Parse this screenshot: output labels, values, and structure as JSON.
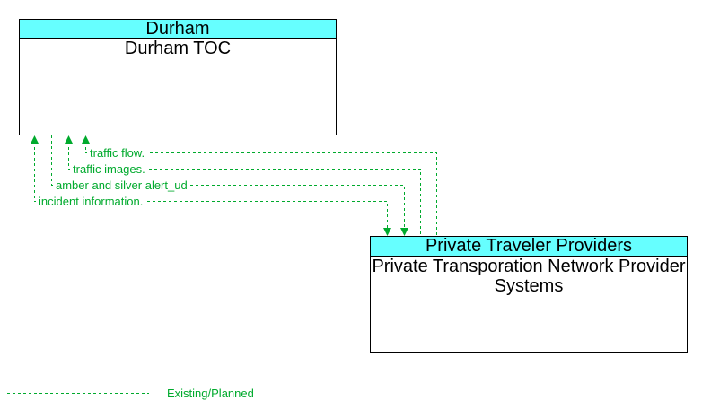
{
  "boxes": {
    "durham": {
      "header": "Durham",
      "body": "Durham TOC"
    },
    "private": {
      "header": "Private Traveler Providers",
      "body": "Private Transporation Network Provider Systems"
    }
  },
  "flows": [
    {
      "label": "traffic flow.",
      "direction": "to-durham"
    },
    {
      "label": "traffic images.",
      "direction": "to-durham"
    },
    {
      "label": "amber and silver alert_ud",
      "direction": "to-private"
    },
    {
      "label": "incident information.",
      "direction": "bidirectional"
    }
  ],
  "legend": {
    "label": "Existing/Planned",
    "line_style": "dashed"
  },
  "colors": {
    "flow_green": "#00aa2d",
    "header_cyan": "#66ffff",
    "border": "#000000",
    "background": "#ffffff"
  }
}
